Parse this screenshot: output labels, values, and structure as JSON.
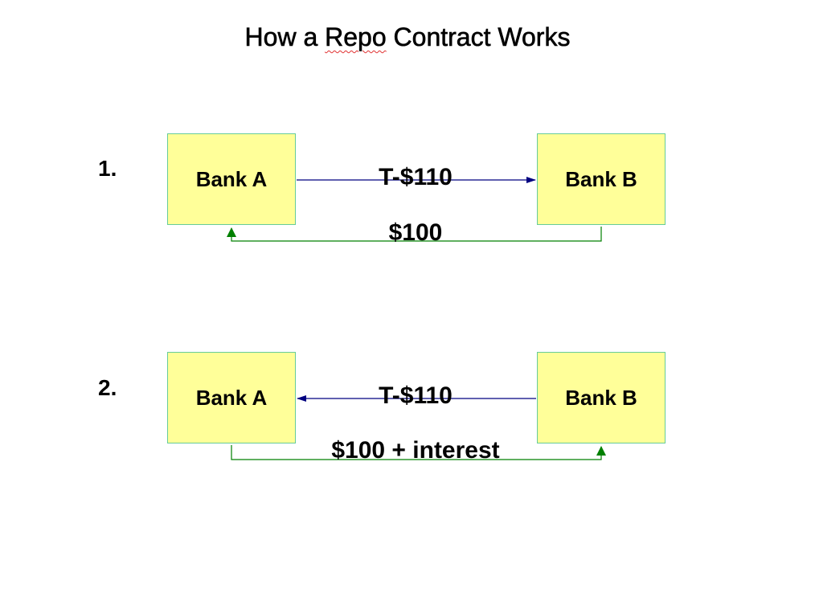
{
  "title": {
    "prefix": "How a ",
    "squiggle_word": "Repo",
    "suffix": " Contract Works"
  },
  "steps": [
    {
      "number": "1.",
      "left_bank": "Bank A",
      "right_bank": "Bank B",
      "top_flow": "T-$110",
      "bottom_flow": "$100"
    },
    {
      "number": "2.",
      "left_bank": "Bank A",
      "right_bank": "Bank B",
      "top_flow": "T-$110",
      "bottom_flow": "$100 + interest"
    }
  ],
  "colors": {
    "bank_fill": "#ffff99",
    "bank_border": "#66cc99",
    "security_arrow": "#000080",
    "cash_arrow": "#008000"
  }
}
